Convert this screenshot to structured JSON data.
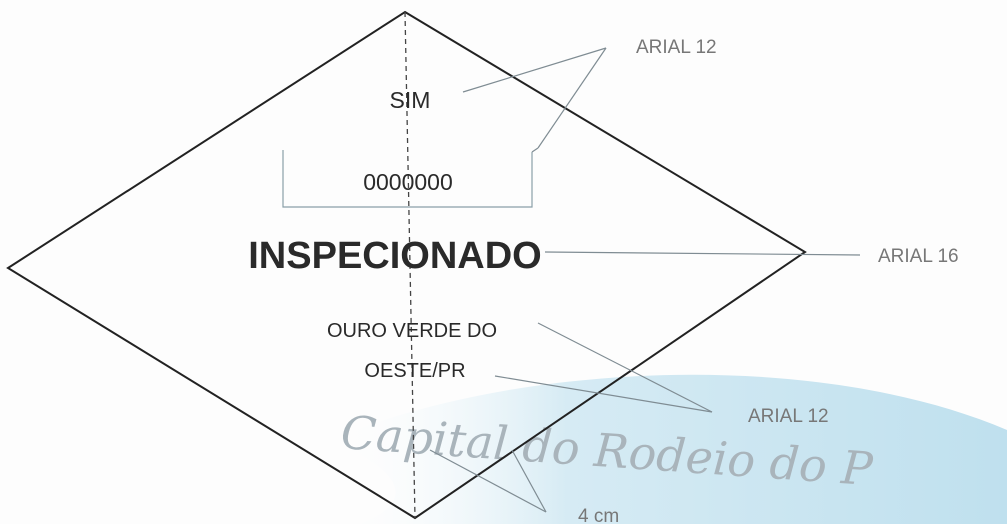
{
  "seal": {
    "line1": "SIM",
    "number": "0000000",
    "title": "INSPECIONADO",
    "city_line1": "OURO VERDE DO",
    "city_line2": "OESTE/PR"
  },
  "callouts": {
    "font_top": "ARIAL 12",
    "font_title": "ARIAL 16",
    "font_city": "ARIAL 12",
    "dimension": "4 cm"
  },
  "watermark": {
    "text": "Capital do Rodeio do P"
  },
  "colors": {
    "outline": "#222222",
    "leader": "#7f8c93",
    "callout_text": "#777777",
    "watermark_band": "#cfe6f0",
    "watermark_text": "#a9b4bb"
  }
}
